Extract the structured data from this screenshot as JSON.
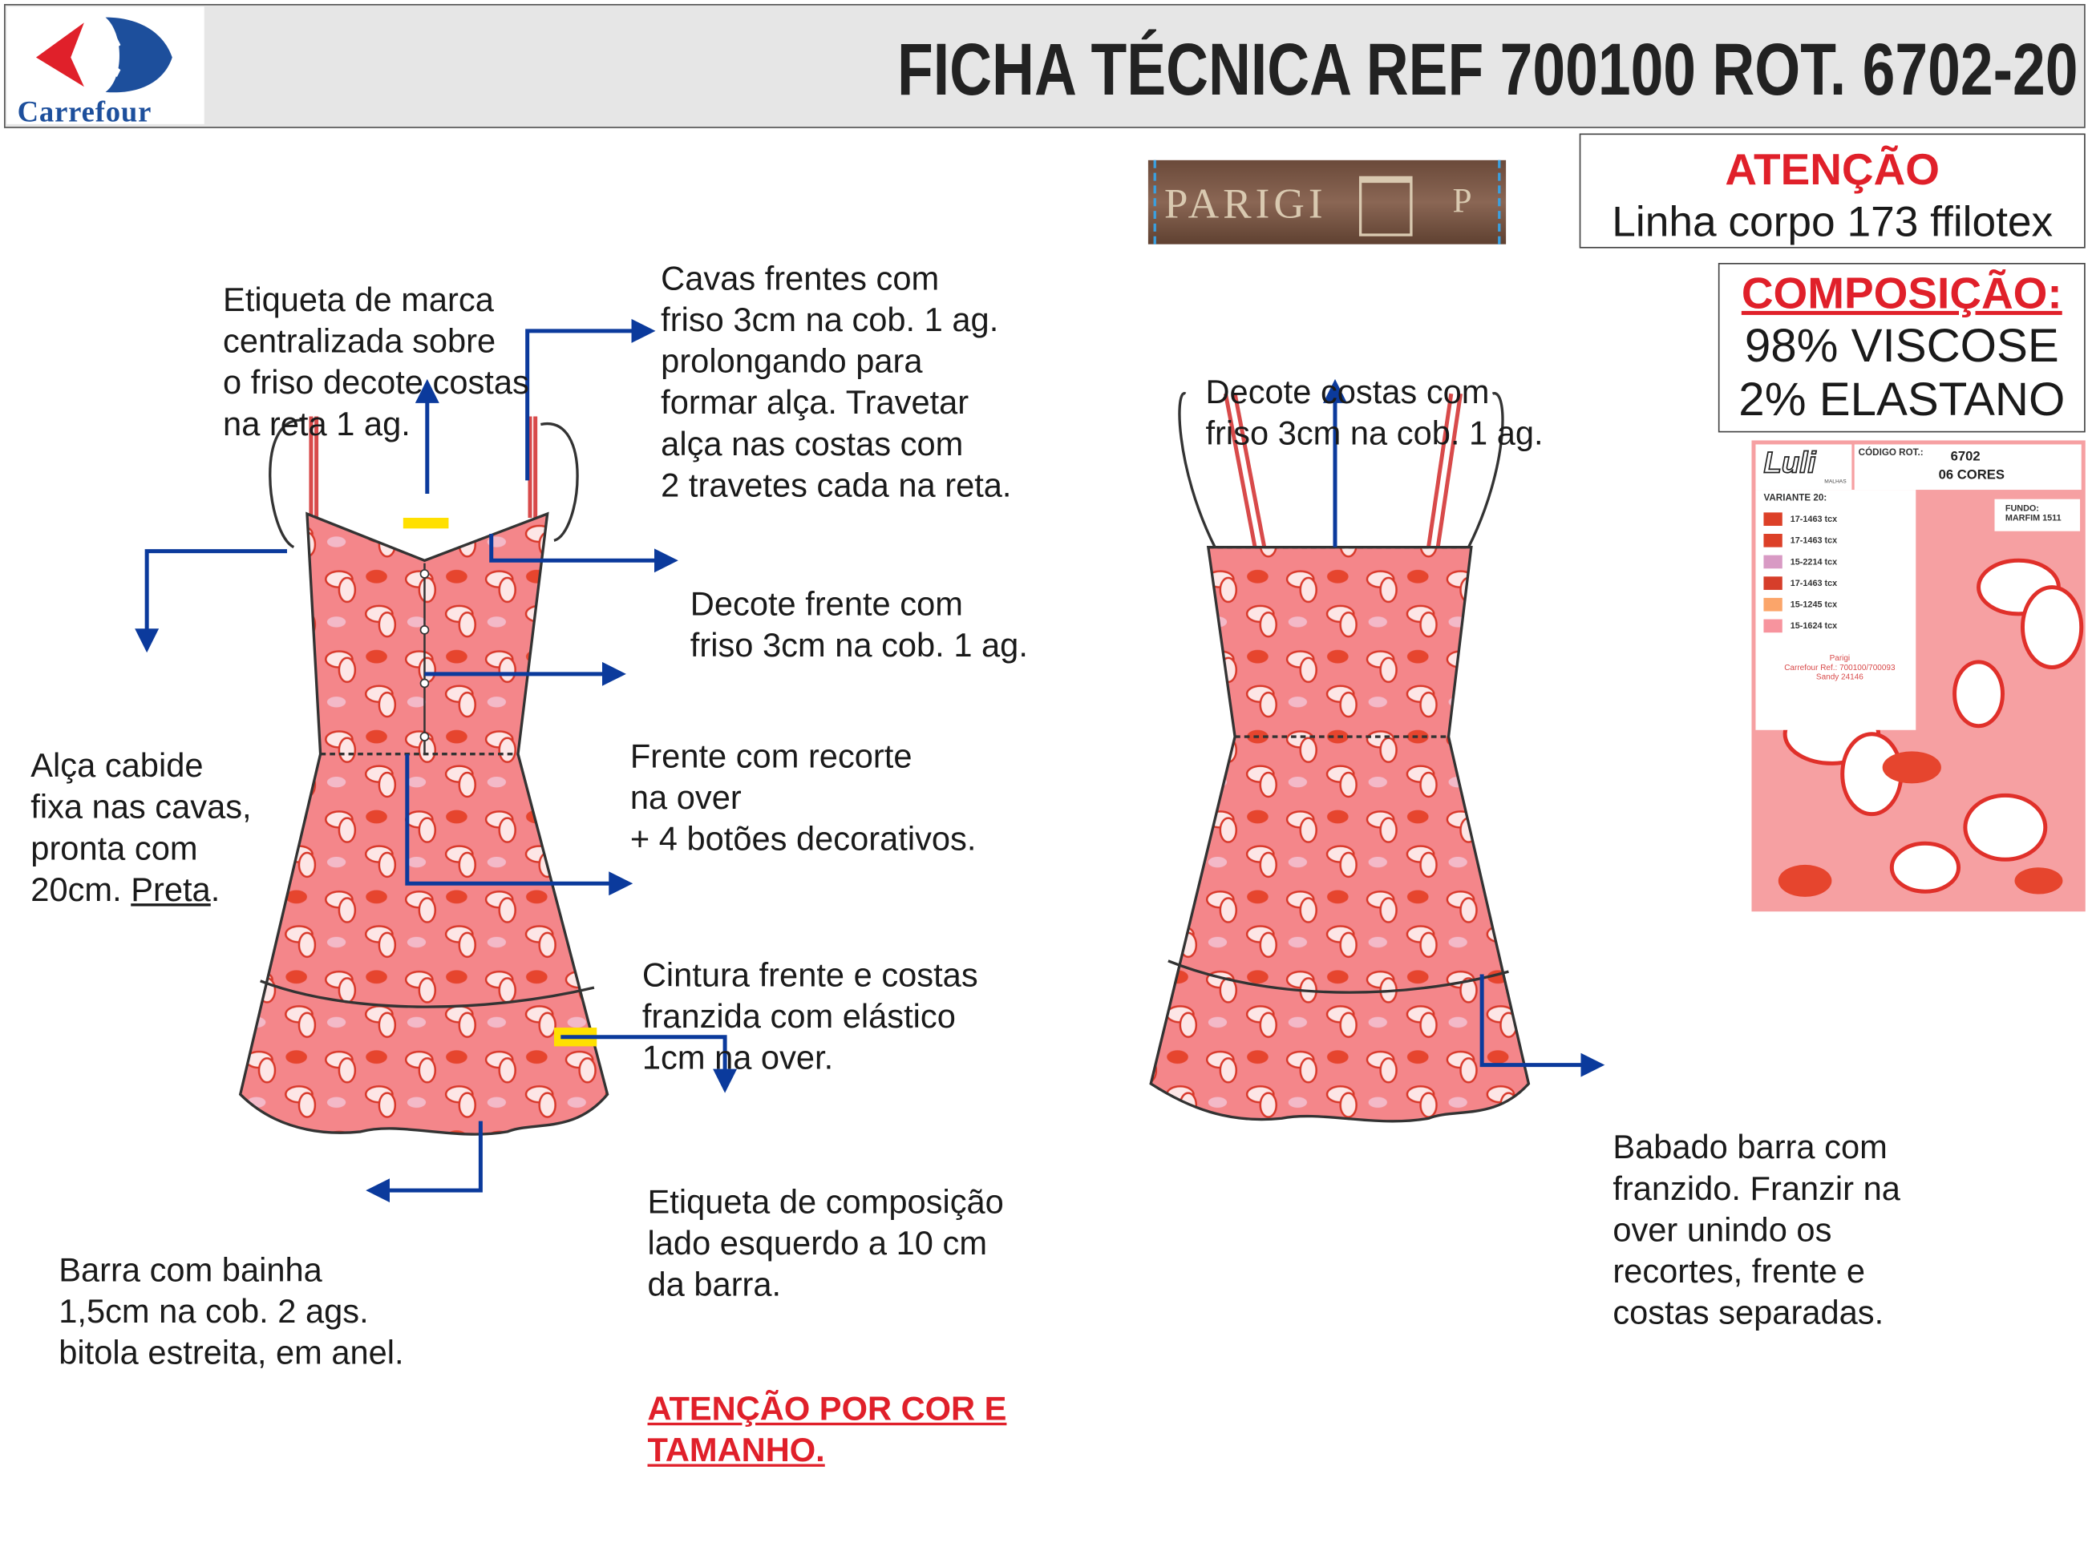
{
  "header": {
    "brand": "Carrefour",
    "title": "FICHA TÉCNICA REF 700100 ROT. 6702-20"
  },
  "attention": {
    "title": "ATENÇÃO",
    "line": "Linha corpo 173 ffilotex"
  },
  "composition": {
    "title": "COMPOSIÇÃO:",
    "lines": [
      "98% VISCOSE",
      "2% ELASTANO"
    ]
  },
  "brand_label": {
    "text": "PARIGI",
    "size": "P"
  },
  "color_card": {
    "logo": "Luli",
    "logo_sub": "MALHAS",
    "code_label": "CÓDIGO ROT.:",
    "code": "6702",
    "colors_count": "06 CORES",
    "variant": "VARIANTE 20:",
    "swatches": [
      {
        "code": "17-1463 tcx",
        "color": "#dc4028"
      },
      {
        "code": "17-1463 tcx",
        "color": "#dc4028"
      },
      {
        "code": "15-2214 tcx",
        "color": "#d89ac4"
      },
      {
        "code": "17-1463 tcx",
        "color": "#d63e2a"
      },
      {
        "code": "15-1245 tcx",
        "color": "#fba56a"
      },
      {
        "code": "15-1624 tcx",
        "color": "#f7949e"
      }
    ],
    "fundo_label": "FUNDO:",
    "fundo": "MARFIM 1511",
    "footer": [
      "Parigi",
      "Carrefour Ref.: 700100/700093",
      "Sandy 24146"
    ]
  },
  "notes": {
    "etiqueta_marca": [
      "Etiqueta de marca",
      "centralizada sobre",
      "o friso decote costas",
      "na reta 1 ag."
    ],
    "cavas": [
      "Cavas frentes com",
      "friso 3cm na cob. 1 ag.",
      "prolongando para",
      "formar alça. Travetar",
      "alça nas costas com",
      "2 travetes cada na reta."
    ],
    "decote_frente": [
      "Decote frente com",
      "friso 3cm na cob. 1 ag."
    ],
    "alca": [
      "Alça cabide",
      "fixa nas cavas,",
      "pronta com",
      "20cm. "
    ],
    "alca_color": "Preta",
    "recorte": [
      "Frente com recorte",
      "na over",
      "+ 4 botões decorativos."
    ],
    "cintura": [
      "Cintura frente e costas",
      "franzida com elástico",
      "1cm na over."
    ],
    "etiqueta_comp": [
      "Etiqueta de composição",
      "lado esquerdo a 10 cm",
      "da barra."
    ],
    "etiqueta_comp_warn": [
      "ATENÇÃO POR COR E",
      "TAMANHO."
    ],
    "barra": [
      "Barra com bainha",
      "1,5cm na cob. 2 ags.",
      "bitola estreita, em anel."
    ],
    "decote_costas": [
      "Decote costas com",
      "friso 3cm na cob. 1 ag."
    ],
    "babado": [
      "Babado barra com",
      "franzido. Franzir na",
      "over unindo os",
      "recortes, frente e",
      "costas separadas."
    ]
  },
  "colors": {
    "accent": "#e0202a",
    "arrow": "#0b3a9c",
    "fabric": "#f4868a"
  }
}
